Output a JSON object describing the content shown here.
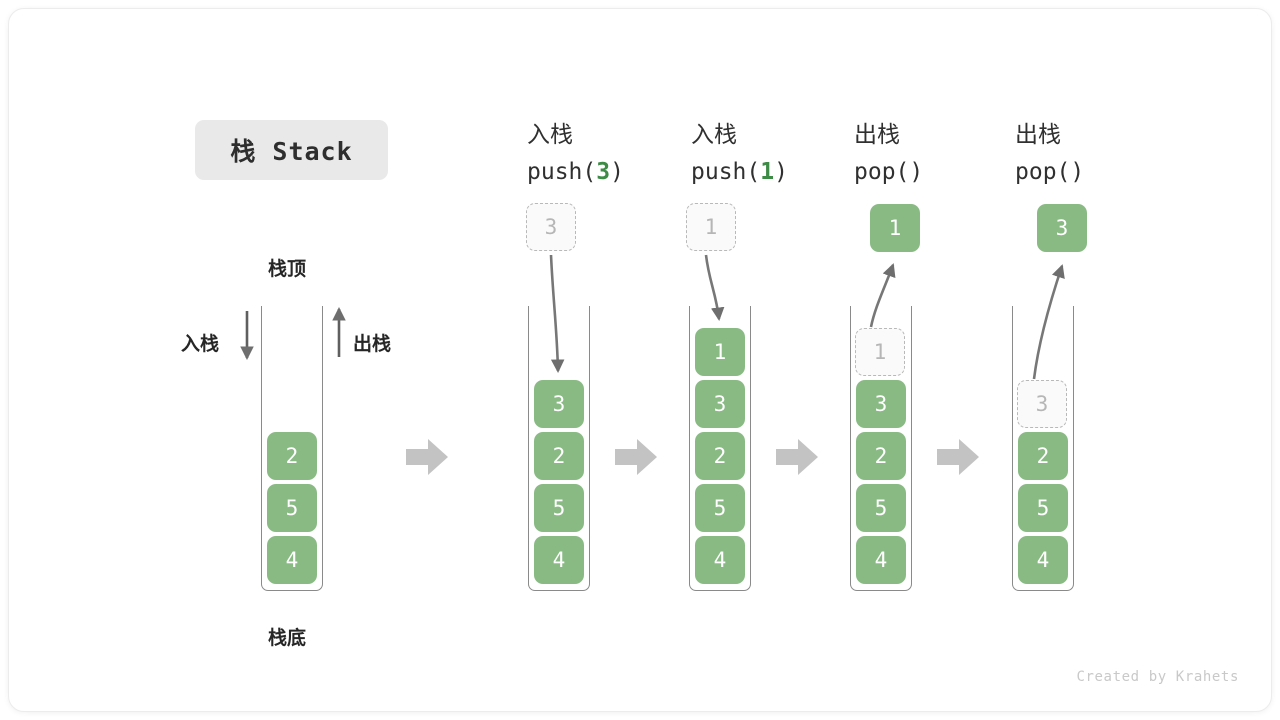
{
  "title": {
    "text": "栈 Stack"
  },
  "annotations": {
    "top_label": "栈顶",
    "bottom_label": "栈底",
    "push_label": "入栈",
    "pop_label": "出栈"
  },
  "credit": "Created by Krahets",
  "colors": {
    "cell_green": "#89ba84",
    "ghost_fill": "#fafafa",
    "ghost_border": "#b9b9b9",
    "ghost_text": "#b6b6b6",
    "arrow_gray": "#6e6e6e",
    "block_arrow": "#c3c3c3",
    "title_pill": "#e9e9e9",
    "code_number": "#3d8b45"
  },
  "steps": [
    {
      "id": "initial",
      "heading_cn": "",
      "heading_code": "",
      "code_num": "",
      "cells": [
        {
          "value": "2",
          "state": "solid"
        },
        {
          "value": "5",
          "state": "solid"
        },
        {
          "value": "4",
          "state": "solid"
        }
      ],
      "floating": null
    },
    {
      "id": "push-3",
      "heading_cn": "入栈",
      "heading_code_prefix": "push(",
      "code_num": "3",
      "heading_code_suffix": ")",
      "cells": [
        {
          "value": "3",
          "state": "solid"
        },
        {
          "value": "2",
          "state": "solid"
        },
        {
          "value": "5",
          "state": "solid"
        },
        {
          "value": "4",
          "state": "solid"
        }
      ],
      "floating": {
        "value": "3",
        "state": "ghost"
      }
    },
    {
      "id": "push-1",
      "heading_cn": "入栈",
      "heading_code_prefix": "push(",
      "code_num": "1",
      "heading_code_suffix": ")",
      "cells": [
        {
          "value": "1",
          "state": "solid"
        },
        {
          "value": "3",
          "state": "solid"
        },
        {
          "value": "2",
          "state": "solid"
        },
        {
          "value": "5",
          "state": "solid"
        },
        {
          "value": "4",
          "state": "solid"
        }
      ],
      "floating": {
        "value": "1",
        "state": "ghost"
      }
    },
    {
      "id": "pop-1",
      "heading_cn": "出栈",
      "heading_code_prefix": "pop(",
      "code_num": "",
      "heading_code_suffix": ")",
      "cells": [
        {
          "value": "1",
          "state": "ghost"
        },
        {
          "value": "3",
          "state": "solid"
        },
        {
          "value": "2",
          "state": "solid"
        },
        {
          "value": "5",
          "state": "solid"
        },
        {
          "value": "4",
          "state": "solid"
        }
      ],
      "floating": {
        "value": "1",
        "state": "solid"
      }
    },
    {
      "id": "pop-3",
      "heading_cn": "出栈",
      "heading_code_prefix": "pop(",
      "code_num": "",
      "heading_code_suffix": ")",
      "cells": [
        {
          "value": "3",
          "state": "ghost"
        },
        {
          "value": "2",
          "state": "solid"
        },
        {
          "value": "5",
          "state": "solid"
        },
        {
          "value": "4",
          "state": "solid"
        }
      ],
      "floating": {
        "value": "3",
        "state": "solid"
      }
    }
  ]
}
